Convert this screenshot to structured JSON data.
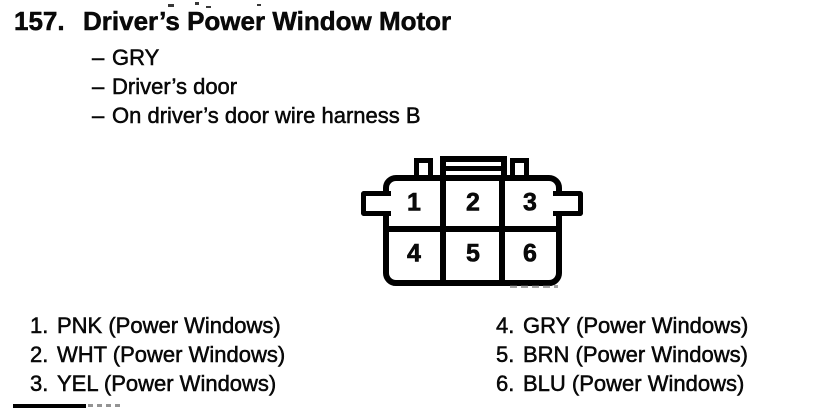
{
  "colors": {
    "ink": "#000000",
    "paper": "#ffffff"
  },
  "header": {
    "item_number": "157.",
    "title": "Driver’s Power Window Motor",
    "dash": "–",
    "details": [
      "GRY",
      "Driver’s door",
      "On driver’s door wire harness B"
    ]
  },
  "connector": {
    "pins_row1": [
      "1",
      "2",
      "3"
    ],
    "pins_row2": [
      "4",
      "5",
      "6"
    ]
  },
  "legend": {
    "left": [
      {
        "num": "1.",
        "label": "PNK (Power Windows)"
      },
      {
        "num": "2.",
        "label": "WHT (Power Windows)"
      },
      {
        "num": "3.",
        "label": "YEL (Power Windows)"
      }
    ],
    "right": [
      {
        "num": "4.",
        "label": "GRY (Power Windows)"
      },
      {
        "num": "5.",
        "label": "BRN (Power Windows)"
      },
      {
        "num": "6.",
        "label": "BLU (Power Windows)"
      }
    ]
  }
}
